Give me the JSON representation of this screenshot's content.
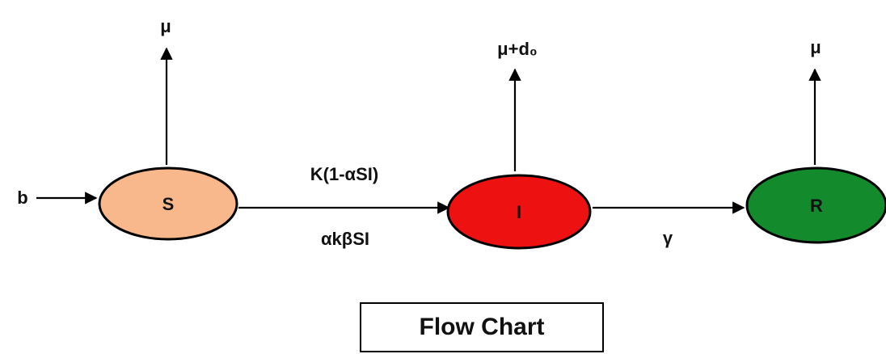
{
  "nodes": {
    "s": {
      "label": "S",
      "color": "#F8B88B"
    },
    "i": {
      "label": "I",
      "color": "#EE1111"
    },
    "r": {
      "label": "R",
      "color": "#138A2B"
    }
  },
  "rates": {
    "inflow": "b",
    "s_death": "μ",
    "i_death": "μ+d₀",
    "r_death": "μ",
    "s_to_i_top": "K(1-αSI)",
    "s_to_i_bottom": "αkβSI",
    "i_to_r": "γ"
  },
  "caption": "Flow Chart"
}
